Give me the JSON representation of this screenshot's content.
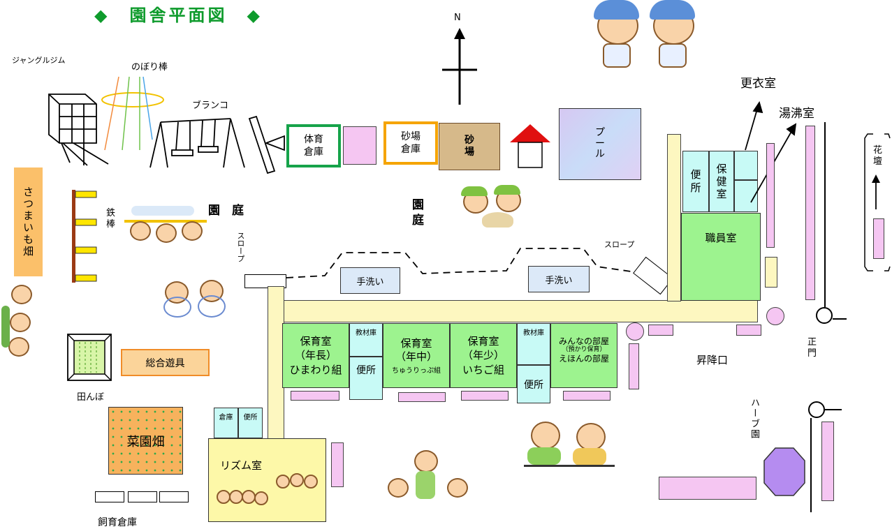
{
  "title": "◆　園舎平面図　◆",
  "north": "N",
  "outdoor": {
    "jungle_gym": "ジャングルジム",
    "pole": "のぼり棒",
    "swing": "ブランコ",
    "pe_storage": "体育\n倉庫",
    "sand_storage": "砂場\n倉庫",
    "sandbox": "砂\n場",
    "pool": "プ\nー\nル",
    "garden_left": "園　庭",
    "garden_center": "園\n庭",
    "iron_bar": "鉄\n棒",
    "sweet_potato": "さつまいも畑",
    "paddy": "田んぼ",
    "playset": "総合遊具",
    "vegetable": "菜園畑",
    "feed_storage": "飼育倉庫",
    "slope_left": "スロープ",
    "slope_right": "スロープ",
    "herb_garden": "ハーブ園",
    "flowerbed": "花\n壇"
  },
  "building": {
    "changing_room": "更衣室",
    "boiler_room": "湯沸室",
    "toilet_top": "便\n所",
    "health_room": "保\n健\n室",
    "staff_room": "職員室",
    "wash_1": "手洗い",
    "wash_2": "手洗い",
    "room_nencho": "保育室\n（年長）\nひまわり組",
    "room_nenchu_title": "保育室\n（年中）",
    "room_nenchu_sub": "ちゅうりっぷ組",
    "room_nensho": "保育室\n（年少）\nいちご組",
    "material_1": "教材庫",
    "material_2": "教材庫",
    "toilet_1": "便所",
    "toilet_2": "便所",
    "minna_title": "みんなの部屋",
    "minna_sub": "（預かり保育）",
    "minna_name": "えほんの部屋",
    "storage_small": "倉庫",
    "toilet_small": "便所",
    "rhythm_room": "リズム室",
    "entrance": "昇降口",
    "main_gate": "正\n門"
  },
  "colors": {
    "title": "#0e9b2c",
    "pe_border": "#16a34a",
    "sand_border": "#f5a400",
    "sandbox_fill": "#d6b98a",
    "roof_red": "#e01010",
    "pool_fill": "#c9d3f6",
    "potato_fill": "#fbc06a",
    "playset_fill": "#fbd49a",
    "playset_border": "#f08c28",
    "vegetable_fill": "#f7b25d",
    "octagon": "#b58cf0",
    "walkway": "#fdf7c0"
  },
  "icons": [
    "north-arrow-icon",
    "kids-holding-hands-clipart",
    "sandbox-kids-clipart",
    "iron-bar-kids-clipart",
    "jump-rope-kids-clipart",
    "rhythm-kids-clipart",
    "dancing-kids-clipart",
    "crafting-kids-clipart",
    "farming-kids-clipart"
  ]
}
